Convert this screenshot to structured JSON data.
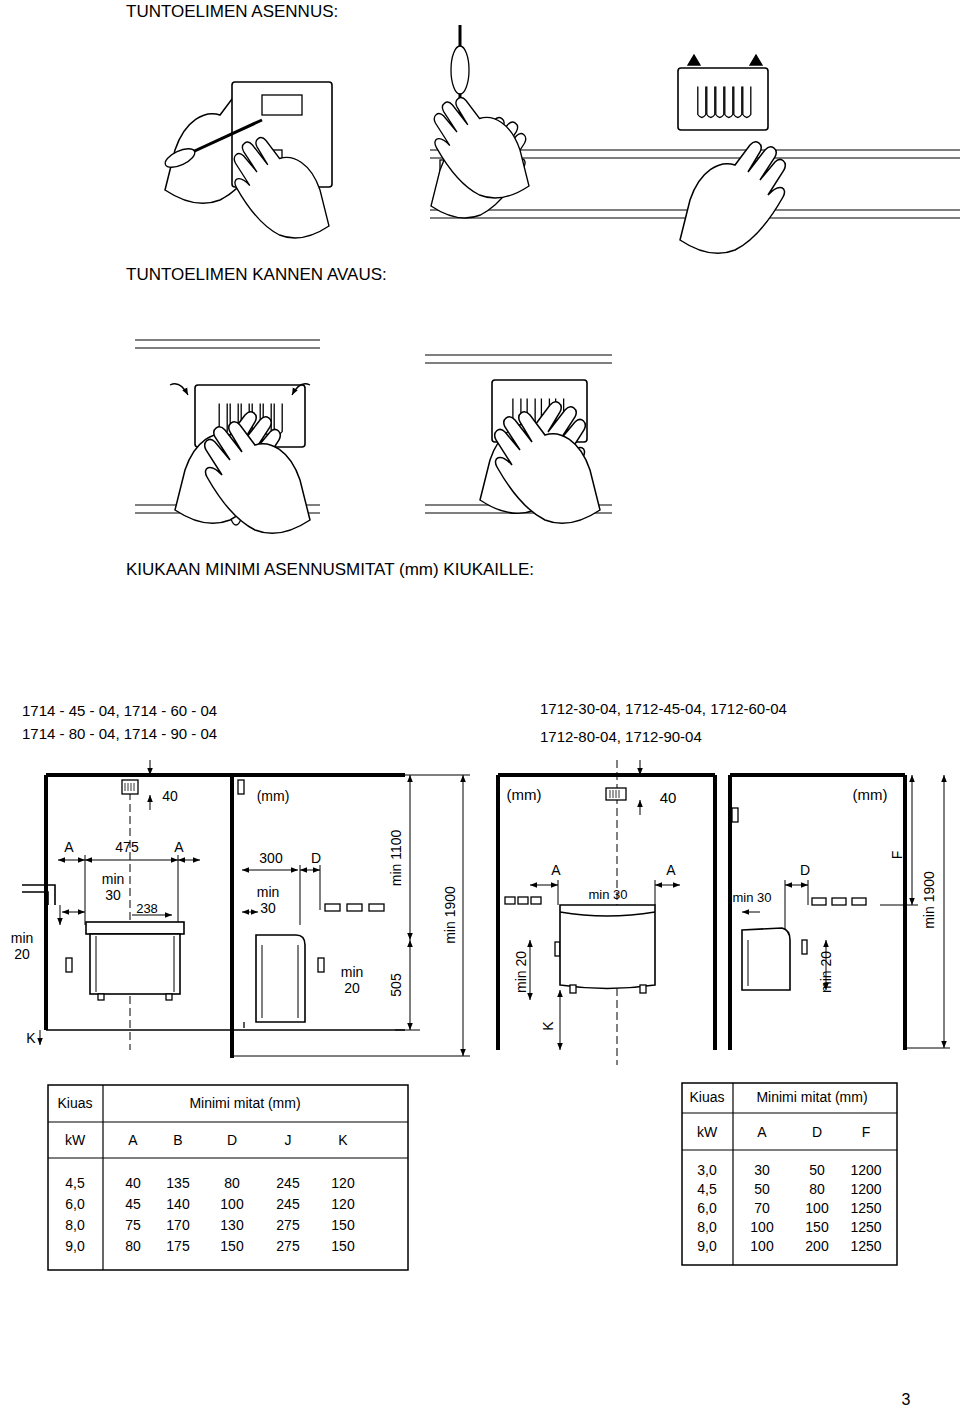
{
  "diagram": {
    "labels": [
      "TUNTOELIMEN ASENNUS:",
      "TUNTOELIMEN KANNEN AVAUS:",
      "KIUKAAN MINIMI ASENNUSMITAT (mm) KIUKAILLE:",
      "1714 - 45 - 04, 1714 - 60 - 04",
      "1714 - 80 - 04, 1714 - 90 - 04",
      "1712-30-04, 1712-45-04, 1712-60-04",
      "1712-80-04, 1712-90-04",
      "40",
      "A",
      "475",
      "A",
      "min 30",
      "238",
      "min 20",
      "K",
      "(mm)",
      "300",
      "D",
      "min 30",
      "min 20",
      "min 1100",
      "505",
      "min 1900",
      "(mm)",
      "40",
      "A",
      "A",
      "min 30",
      "min 20",
      "K",
      "(mm)",
      "D",
      "F",
      "min 30",
      "min 20",
      "min 1900",
      "Kiuas",
      "Minimi mitat (mm)",
      "kW",
      "A",
      "B",
      "D",
      "J",
      "K",
      "4,5",
      "40",
      "135",
      "80",
      "245",
      "120",
      "6,0",
      "45",
      "140",
      "100",
      "245",
      "120",
      "8,0",
      "75",
      "170",
      "130",
      "275",
      "150",
      "9,0",
      "80",
      "175",
      "150",
      "275",
      "150",
      "Kiuas",
      "Minimi mitat (mm)",
      "kW",
      "A",
      "D",
      "F",
      "3,0",
      "30",
      "50",
      "1200",
      "4,5",
      "50",
      "80",
      "1200",
      "6,0",
      "70",
      "100",
      "1250",
      "8,0",
      "100",
      "150",
      "1250",
      "9,0",
      "100",
      "200",
      "1250",
      "3"
    ]
  }
}
